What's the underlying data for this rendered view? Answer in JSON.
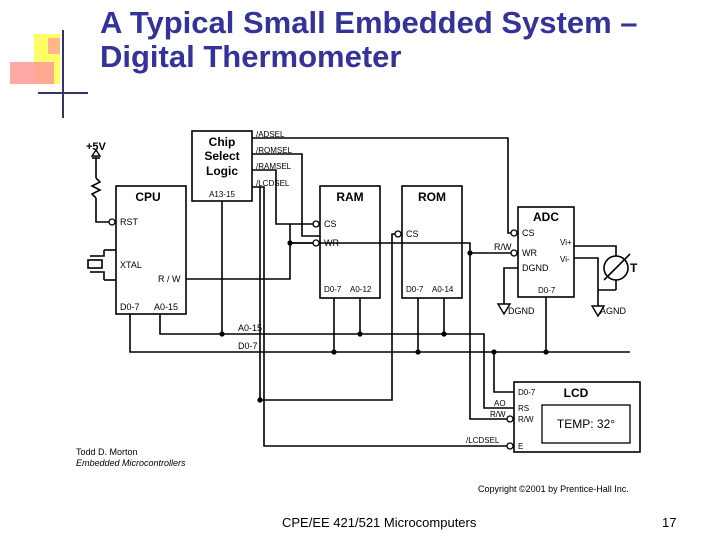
{
  "slide": {
    "title_line1": "A Typical Small Embedded System –",
    "title_line2": "Digital Thermometer",
    "footer_course": "CPE/EE 421/521 Microcomputers",
    "page_number": "17"
  },
  "credits": {
    "author": "Todd D. Morton",
    "book": "Embedded Microcontrollers",
    "copyright": "Copyright ©2001 by Prentice-Hall Inc."
  },
  "diagram": {
    "supply": "+5V",
    "chip_select": {
      "line1": "Chip",
      "line2": "Select",
      "line3": "Logic",
      "input": "A13-15",
      "outputs": [
        "/ADSEL",
        "/ROMSEL",
        "/RAMSEL",
        "/LCDSEL"
      ]
    },
    "cpu": {
      "name": "CPU",
      "rst": "RST",
      "xtal": "XTAL",
      "rw": "R / W",
      "data": "D0-7",
      "addr": "A0-15"
    },
    "ram": {
      "name": "RAM",
      "cs": "CS",
      "wr": "WR",
      "data": "D0-7",
      "addr": "A0-12"
    },
    "rom": {
      "name": "ROM",
      "cs": "CS",
      "data": "D0-7",
      "addr": "A0-14"
    },
    "adc": {
      "name": "ADC",
      "cs": "CS",
      "wr": "WR",
      "dgnd": "DGND",
      "vinp": "Vi+",
      "vinm": "Vi-",
      "data": "D0-7"
    },
    "buses": {
      "addr": "A0-15",
      "data": "D0-7"
    },
    "rw_label": "R/W",
    "dgnd_label": "DGND",
    "agnd_label": "AGND",
    "sensor_label": "T",
    "lcd": {
      "name": "LCD",
      "data": "D0-7",
      "rs": "RS",
      "rw": "R/W",
      "e": "E",
      "display": "TEMP: 32°"
    },
    "lcd_inputs": {
      "ao": "AO",
      "rw": "R/W",
      "lcdsel": "/LCDSEL"
    }
  }
}
